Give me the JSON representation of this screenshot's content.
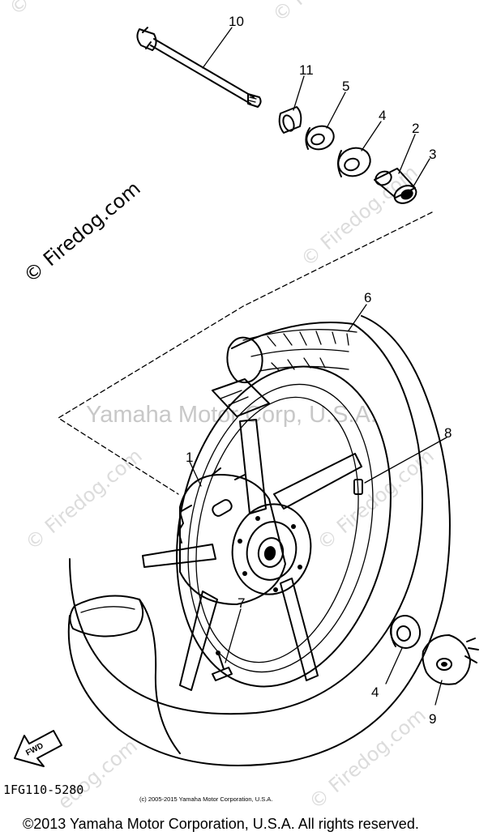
{
  "watermark": {
    "site_text": "© Firedog.com",
    "site_text_short": "© Fir",
    "site_text_partial": "edog.com",
    "center_text": "Yamaha Motor Corp, U.S.A."
  },
  "callouts": [
    {
      "id": "1",
      "label": "1"
    },
    {
      "id": "2",
      "label": "2"
    },
    {
      "id": "3",
      "label": "3"
    },
    {
      "id": "4a",
      "label": "4"
    },
    {
      "id": "4b",
      "label": "4"
    },
    {
      "id": "5",
      "label": "5"
    },
    {
      "id": "6",
      "label": "6"
    },
    {
      "id": "7",
      "label": "7"
    },
    {
      "id": "8",
      "label": "8"
    },
    {
      "id": "9",
      "label": "9"
    },
    {
      "id": "10",
      "label": "10"
    },
    {
      "id": "11",
      "label": "11"
    }
  ],
  "direction_badge": "FWD",
  "part_code": "1FG110-5280",
  "small_copyright": "(c) 2005-2015 Yamaha Motor Corporation, U.S.A.",
  "footer_copyright": "©2013 Yamaha Motor Corporation, U.S.A. All rights reserved."
}
